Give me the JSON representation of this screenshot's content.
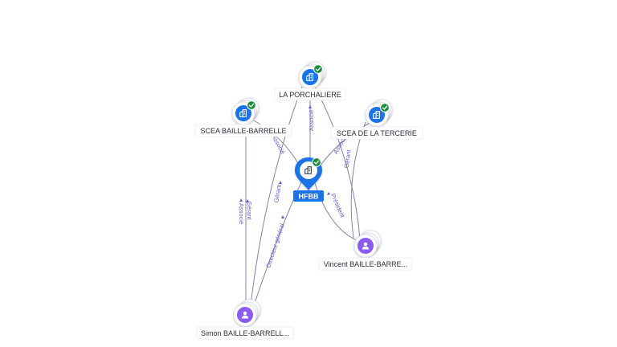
{
  "colors": {
    "company": "#1a73e8",
    "person": "#8a5cf5",
    "verified": "#1e8e3e",
    "edge": "#7d86a8",
    "edge_label": "#6a57c9"
  },
  "center": {
    "label": "HFBB",
    "icon": "building-icon",
    "verified": true
  },
  "companies": [
    {
      "id": "la-porchaliere",
      "label": "LA PORCHALIERE",
      "icon": "building-icon",
      "verified": true
    },
    {
      "id": "scea-baille-barrelle",
      "label": "SCEA BAILLE-BARRELLE",
      "icon": "building-icon",
      "verified": true
    },
    {
      "id": "scea-de-la-tercerie",
      "label": "SCEA DE LA TERCERIE",
      "icon": "building-icon",
      "verified": true
    }
  ],
  "people": [
    {
      "id": "vincent",
      "label": "Vincent BAILLE-BARRE...",
      "icon": "person-icon"
    },
    {
      "id": "simon",
      "label": "Simon BAILLE-BARRELL...",
      "icon": "person-icon"
    }
  ],
  "edges": [
    {
      "id": "porch-hfbb",
      "label": "Associé"
    },
    {
      "id": "scea-hfbb",
      "label": "Associé"
    },
    {
      "id": "tercerie-hfbb",
      "label": "Associé"
    },
    {
      "id": "vincent-tercerie",
      "label": "Gérant"
    },
    {
      "id": "vincent-hfbb",
      "label": "Président"
    },
    {
      "id": "simon-scea-gerant",
      "label": "Gérant"
    },
    {
      "id": "simon-scea-associe",
      "label": "Associé"
    },
    {
      "id": "simon-porch",
      "label": "Gérant"
    },
    {
      "id": "simon-hfbb",
      "label": "Directeur général"
    },
    {
      "id": "vincent-porch",
      "label": ""
    }
  ]
}
